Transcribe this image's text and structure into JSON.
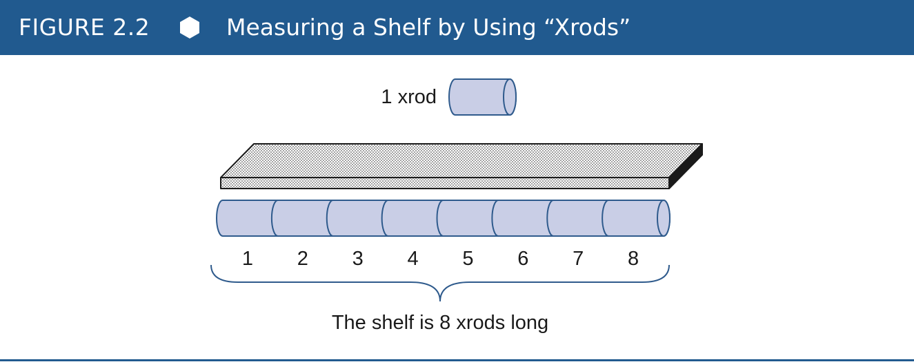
{
  "header": {
    "figure_number": "FIGURE 2.2",
    "title": "Measuring a Shelf by Using “Xrods”"
  },
  "diagram": {
    "unit_label": "1 xrod",
    "rod_numbers": [
      "1",
      "2",
      "3",
      "4",
      "5",
      "6",
      "7",
      "8"
    ],
    "caption": "The shelf is 8 xrods long"
  },
  "colors": {
    "header_bg": "#215a8f",
    "rod_fill": "#c9cee6",
    "rod_stroke": "#2e5a8c",
    "brace_stroke": "#2e5a8c"
  }
}
